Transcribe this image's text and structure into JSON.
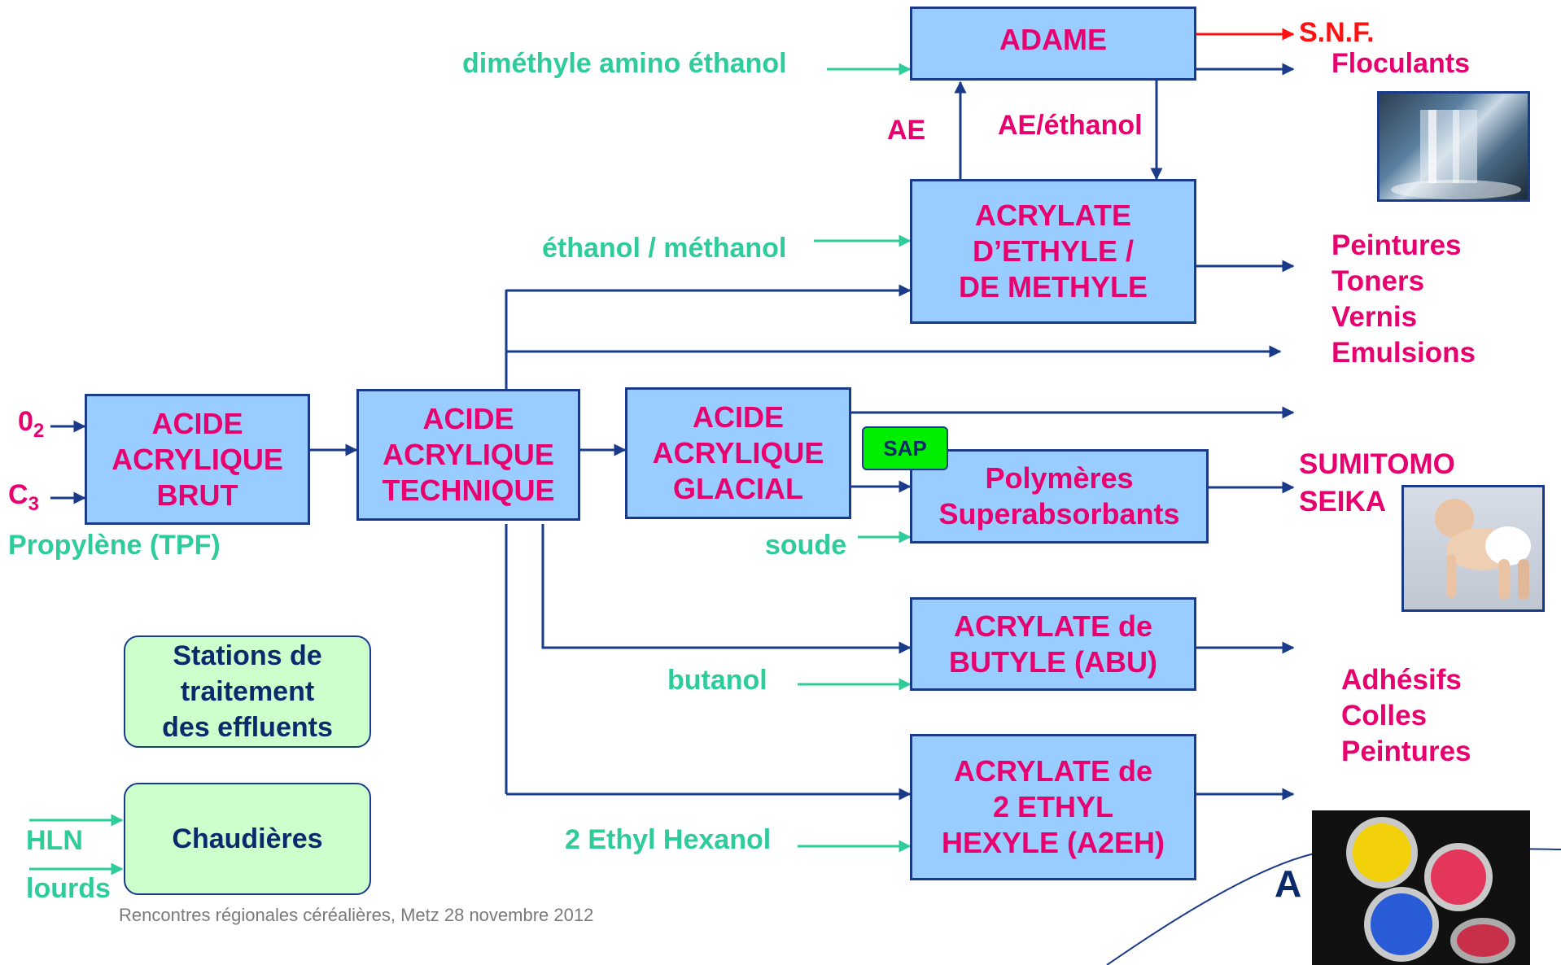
{
  "nodes": {
    "acide_brut": [
      "ACIDE",
      "ACRYLIQUE",
      "BRUT"
    ],
    "acide_technique": [
      "ACIDE",
      "ACRYLIQUE",
      "TECHNIQUE"
    ],
    "acide_glacial": [
      "ACIDE",
      "ACRYLIQUE",
      "GLACIAL"
    ],
    "adame": [
      "ADAME"
    ],
    "acrylate_ethyle": [
      "ACRYLATE",
      "D’ETHYLE /",
      "DE METHYLE"
    ],
    "polymeres": [
      "Polymères",
      "Superabsorbants"
    ],
    "acrylate_butyle": [
      "ACRYLATE de",
      "BUTYLE (ABU)"
    ],
    "acrylate_2eh": [
      "ACRYLATE de",
      "2 ETHYL",
      "HEXYLE (A2EH)"
    ],
    "stations": [
      "Stations de",
      "traitement",
      "des effluents"
    ],
    "chaudieres": [
      "Chaudières"
    ],
    "sap": "SAP"
  },
  "inputs": {
    "o2": "0",
    "o2_sub": "2",
    "c3": "C",
    "c3_sub": "3",
    "propylene": "Propylène (TPF)",
    "dimethyle": "diméthyle amino éthanol",
    "ethanol_methanol": "éthanol / méthanol",
    "ae": "AE",
    "ae_ethanol": "AE/éthanol",
    "soude": "soude",
    "butanol": "butanol",
    "ethyl_hexanol": "2 Ethyl Hexanol",
    "hln": "HLN",
    "lourds": "lourds"
  },
  "outputs": {
    "snf": "S.N.F.",
    "floculants": "Floculants",
    "peintures_group": [
      "Peintures",
      "Toners",
      "Vernis",
      "Emulsions"
    ],
    "sumitomo": [
      "SUMITOMO",
      "SEIKA"
    ],
    "adhesifs_group": [
      "Adhésifs",
      "Colles",
      "Peintures"
    ]
  },
  "footer": "Rencontres régionales céréalières, Metz 28 novembre 2012",
  "logo_fragment": "A",
  "colors": {
    "box_fill": "#99ccff",
    "box_border": "#1a3a8a",
    "product_text": "#e8006e",
    "reagent_text": "#2ecc9a",
    "customer_text": "#ff1111",
    "arrow_navy": "#1a3a8a",
    "arrow_teal": "#2ecc9a",
    "green_box": "#ccffcc",
    "sap_fill": "#00ee00"
  }
}
